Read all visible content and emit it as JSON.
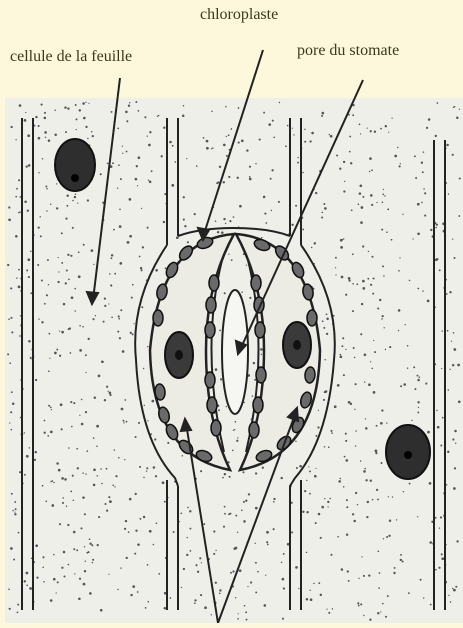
{
  "labels": {
    "chloroplast": "chloroplaste",
    "leaf_cell": "cellule de la feuille",
    "stoma_pore": "pore du stomate"
  },
  "colors": {
    "background": "#fdf8dc",
    "drawing_paper": "#efefea",
    "ink": "#222222"
  }
}
